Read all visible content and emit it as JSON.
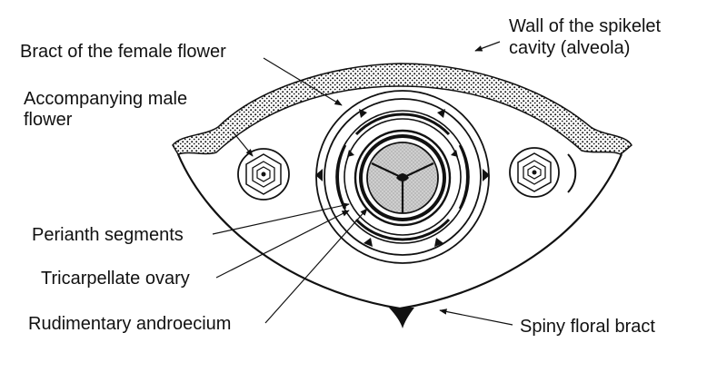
{
  "labels": {
    "bract_female": "Bract of the female flower",
    "male_flower_line1": "Accompanying male",
    "male_flower_line2": "flower",
    "perianth": "Perianth segments",
    "ovary": "Tricarpellate ovary",
    "androecium": "Rudimentary androecium",
    "wall_line1": "Wall of the spikelet",
    "wall_line2": "cavity (alveola)",
    "spiny_bract": "Spiny floral bract"
  },
  "icons": {
    "male_flower": "hexagon-flower-icon",
    "ovary": "three-carpel-circle-icon"
  },
  "colors": {
    "ink": "#111111",
    "ovary_fill": "#c8c8c8",
    "background": "#ffffff"
  }
}
